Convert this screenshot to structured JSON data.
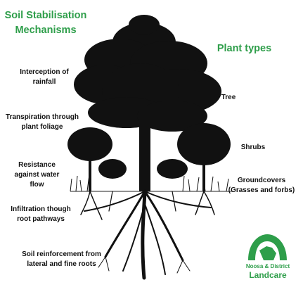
{
  "title": "Soil Stabilisation Mechanisms",
  "plant_types_title": "Plant types",
  "mechanisms": [
    "Interception of rainfall",
    "Transpiration through plant foliage",
    "Resistance against water flow",
    "Infiltration though root pathways",
    "Soil reinforcement from lateral and fine roots"
  ],
  "plant_types": [
    "Tree",
    "Shrubs",
    "Groundcovers (Grasses and forbs)"
  ],
  "logo": {
    "line1": "Noosa & District",
    "line2": "Landcare"
  },
  "colors": {
    "accent": "#2e9e4a",
    "silhouette": "#111111"
  }
}
